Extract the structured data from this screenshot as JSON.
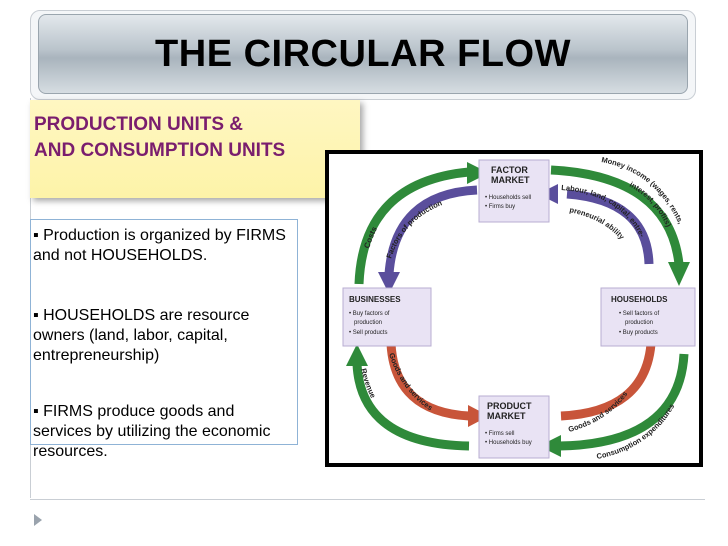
{
  "title": "THE CIRCULAR FLOW",
  "heading": {
    "line1": "PRODUCTION UNITS &",
    "line2": "AND CONSUMPTION UNITS"
  },
  "bullets": [
    "▪ Production is organized by FIRMS and not HOUSEHOLDS.",
    "▪ HOUSEHOLDS are resource owners (land, labor, capital, entrepreneurship)",
    "▪ FIRMS produce goods and services by utilizing the economic resources."
  ],
  "diagram": {
    "factor_market": {
      "title1": "FACTOR",
      "title2": "MARKET",
      "items": [
        "• Households sell",
        "• Firms buy"
      ]
    },
    "product_market": {
      "title1": "PRODUCT",
      "title2": "MARKET",
      "items": [
        "• Firms sell",
        "• Households buy"
      ]
    },
    "businesses": {
      "title": "BUSINESSES",
      "items": [
        "• Buy factors of",
        "production",
        "• Sell products"
      ]
    },
    "households": {
      "title": "HOUSEHOLDS",
      "items": [
        "• Sell factors of",
        "production",
        "• Buy products"
      ]
    },
    "labels": {
      "costs": "Costs",
      "factors_of_production": "Factors of production",
      "money_income": "Money income (wages, rents,",
      "interest_profits": "interest, profits)",
      "labour_land": "Labour, land, capital, entre-",
      "preneurial": "preneurial ability",
      "goods_services_left": "Goods and services",
      "revenue": "Revenue",
      "goods_services_right": "Goods and services",
      "consumption": "Consumption expenditures"
    },
    "colors": {
      "green": "#2f8a3a",
      "purple": "#5a4e9c",
      "orange": "#c8553a",
      "card": "#e9e3f4"
    }
  }
}
